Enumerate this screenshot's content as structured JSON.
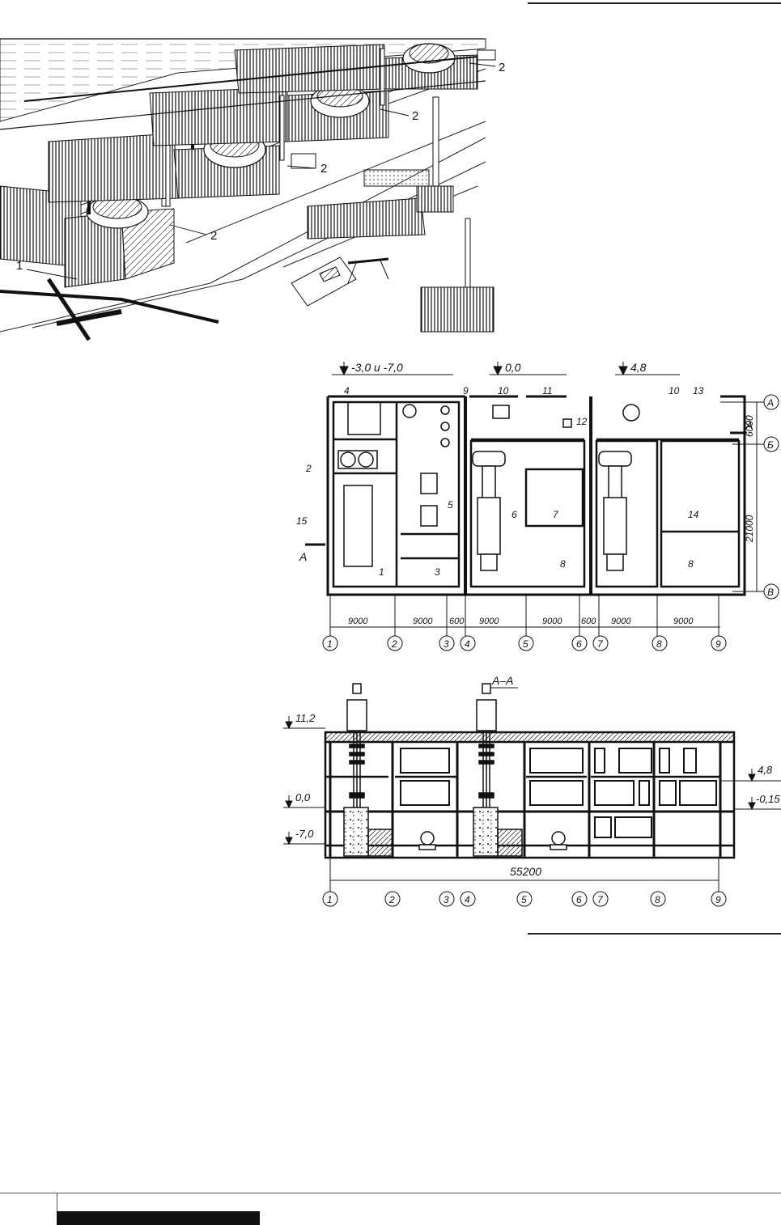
{
  "perspective": {
    "labels": [
      "1",
      "2",
      "2",
      "2",
      "2"
    ]
  },
  "plan": {
    "levels": [
      "-3,0 и -7,0",
      "0,0",
      "4,8"
    ],
    "room_numbers": [
      "1",
      "2",
      "3",
      "4",
      "5",
      "6",
      "7",
      "8",
      "8",
      "9",
      "10",
      "10",
      "11",
      "12",
      "13",
      "14",
      "15"
    ],
    "section_mark": "A",
    "row_axes": [
      "А",
      "Б",
      "В"
    ],
    "column_axes": [
      "1",
      "2",
      "3",
      "4",
      "5",
      "6",
      "7",
      "8",
      "9"
    ],
    "horizontal_dimensions": [
      "9000",
      "9000",
      "600",
      "9000",
      "9000",
      "600",
      "9000",
      "9000"
    ],
    "vertical_dimensions": [
      "6000",
      "21000"
    ]
  },
  "section": {
    "title": "А–А",
    "levels_left": [
      "11,2",
      "0,0",
      "-7,0"
    ],
    "levels_right": [
      "4,8",
      "-0,15"
    ],
    "overall_dimension": "55200",
    "column_axes": [
      "1",
      "2",
      "3",
      "4",
      "5",
      "6",
      "7",
      "8",
      "9"
    ]
  }
}
